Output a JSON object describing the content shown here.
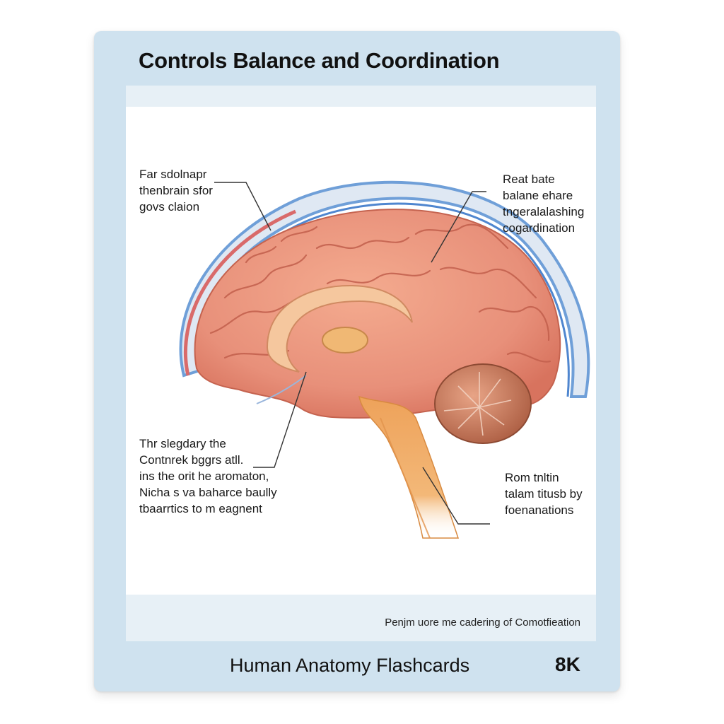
{
  "card": {
    "title": "Controls Balance and Coordination",
    "footer_title": "Human Anatomy Flashcards",
    "footer_badge": "8K",
    "caption": "Penjm uore me cadering of Comotfieation"
  },
  "labels": {
    "top_left": [
      "Far sdolnapr",
      "thenbrain sfor",
      "govs claion"
    ],
    "top_right": [
      "Reat bate",
      "balane ehare",
      "tngeralalashing",
      "cogardination"
    ],
    "bottom_left": [
      "Thr slegdary the",
      "Contnrek bggrs atll.",
      "ins the orit he aromaton,",
      "Nicha s va baharce baully",
      "tbaarrtics to m eagnent"
    ],
    "bottom_right": [
      "Rom tnltin",
      "talam titusb by",
      "foenanations"
    ]
  },
  "colors": {
    "card_border": "#cfe2ef",
    "brain": "#e89678",
    "cerebellum": "#b86748",
    "brainstem": "#f0a858",
    "meninges": "#6f9fd8"
  }
}
